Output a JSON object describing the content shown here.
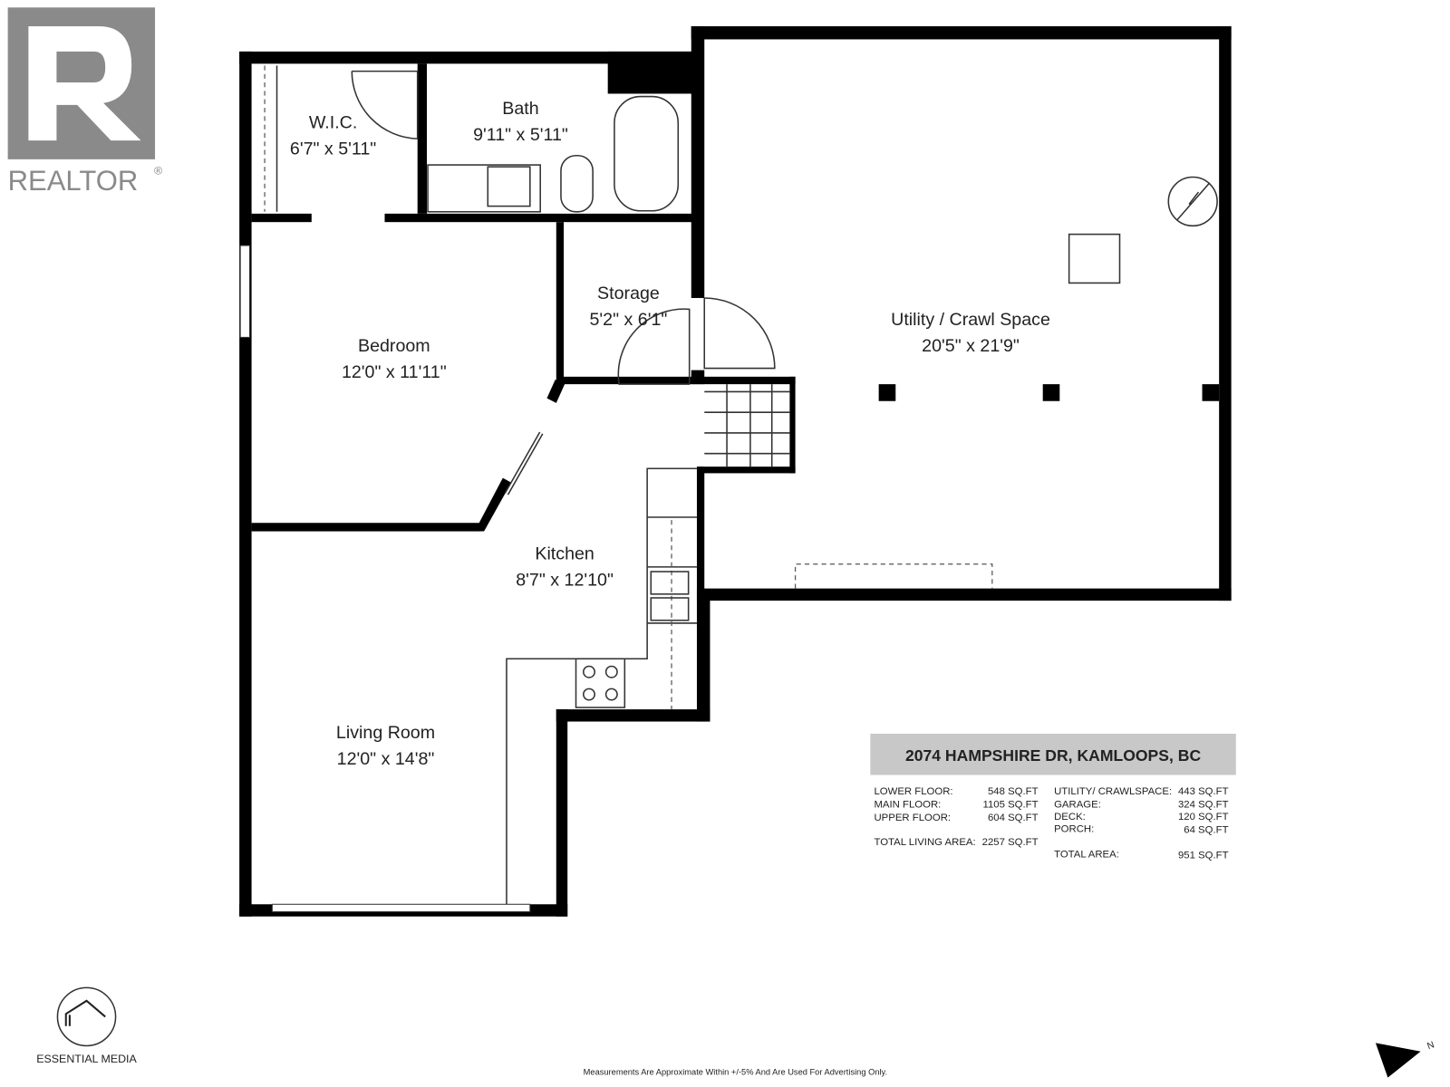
{
  "logo": {
    "brand": "REALTOR",
    "mark": "®"
  },
  "rooms": [
    {
      "name": "W.I.C.",
      "dims": "6'7\" x 5'11\""
    },
    {
      "name": "Bath",
      "dims": "9'11\" x 5'11\""
    },
    {
      "name": "Storage",
      "dims": "5'2\" x 6'1\""
    },
    {
      "name": "Utility / Crawl Space",
      "dims": "20'5\" x 21'9\""
    },
    {
      "name": "Bedroom",
      "dims": "12'0\" x 11'11\""
    },
    {
      "name": "Kitchen",
      "dims": "8'7\" x 12'10\""
    },
    {
      "name": "Living Room",
      "dims": "12'0\" x 14'8\""
    }
  ],
  "summary": {
    "address": "2074 HAMPSHIRE DR, KAMLOOPS, BC",
    "left": [
      {
        "label": "LOWER FLOOR:",
        "value": "548 SQ.FT"
      },
      {
        "label": "MAIN FLOOR:",
        "value": "1105 SQ.FT"
      },
      {
        "label": "UPPER FLOOR:",
        "value": "604 SQ.FT"
      },
      {
        "label": "TOTAL LIVING AREA:",
        "value": "2257 SQ.FT"
      }
    ],
    "right": [
      {
        "label": "UTILITY/ CRAWLSPACE:",
        "value": "443 SQ.FT"
      },
      {
        "label": "GARAGE:",
        "value": "324 SQ.FT"
      },
      {
        "label": "DECK:",
        "value": "120 SQ.FT"
      },
      {
        "label": "PORCH:",
        "value": "64 SQ.FT"
      },
      {
        "label": "TOTAL AREA:",
        "value": "951 SQ.FT"
      }
    ]
  },
  "footer": {
    "company": "ESSENTIAL MEDIA",
    "disclaimer": "Measurements Are Approximate Within +/-5% And Are Used For Advertising Only.",
    "compass_label": "N"
  },
  "colors": {
    "wall": "#000000",
    "header_bg": "#c8c8c8",
    "logo_gray": "#8a8a8a"
  }
}
